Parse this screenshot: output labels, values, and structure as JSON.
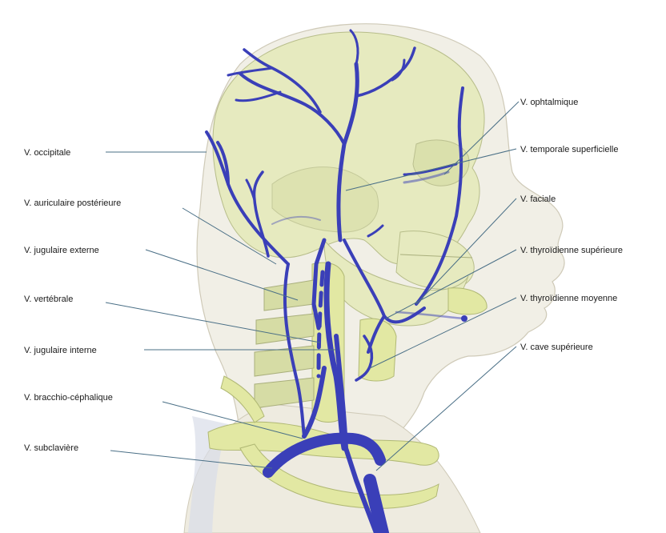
{
  "labels": {
    "occipitale": "V. occipitale",
    "auriculaire_posterieure": "V. auriculaire postérieure",
    "jugulaire_externe": "V. jugulaire externe",
    "vertebrale": "V. vertébrale",
    "jugulaire_interne": "V. jugulaire interne",
    "brachio_cephalique": "V. bracchio-céphalique",
    "subclaviere": "V. subclavière",
    "ophtalmique": "V. ophtalmique",
    "temporale_superficielle": "V. temporale superficielle",
    "faciale": "V. faciale",
    "thyroidienne_superieure": "V. thyroïdienne supérieure",
    "thyroidienne_moyenne": "V. thyroïdienne moyenne",
    "cave_superieure": "V. cave supérieure"
  },
  "colors": {
    "vein": "#3a3fb8",
    "skin": "#f1efe6",
    "bone": "#e6eabf",
    "leader_line": "#4a6f86"
  }
}
